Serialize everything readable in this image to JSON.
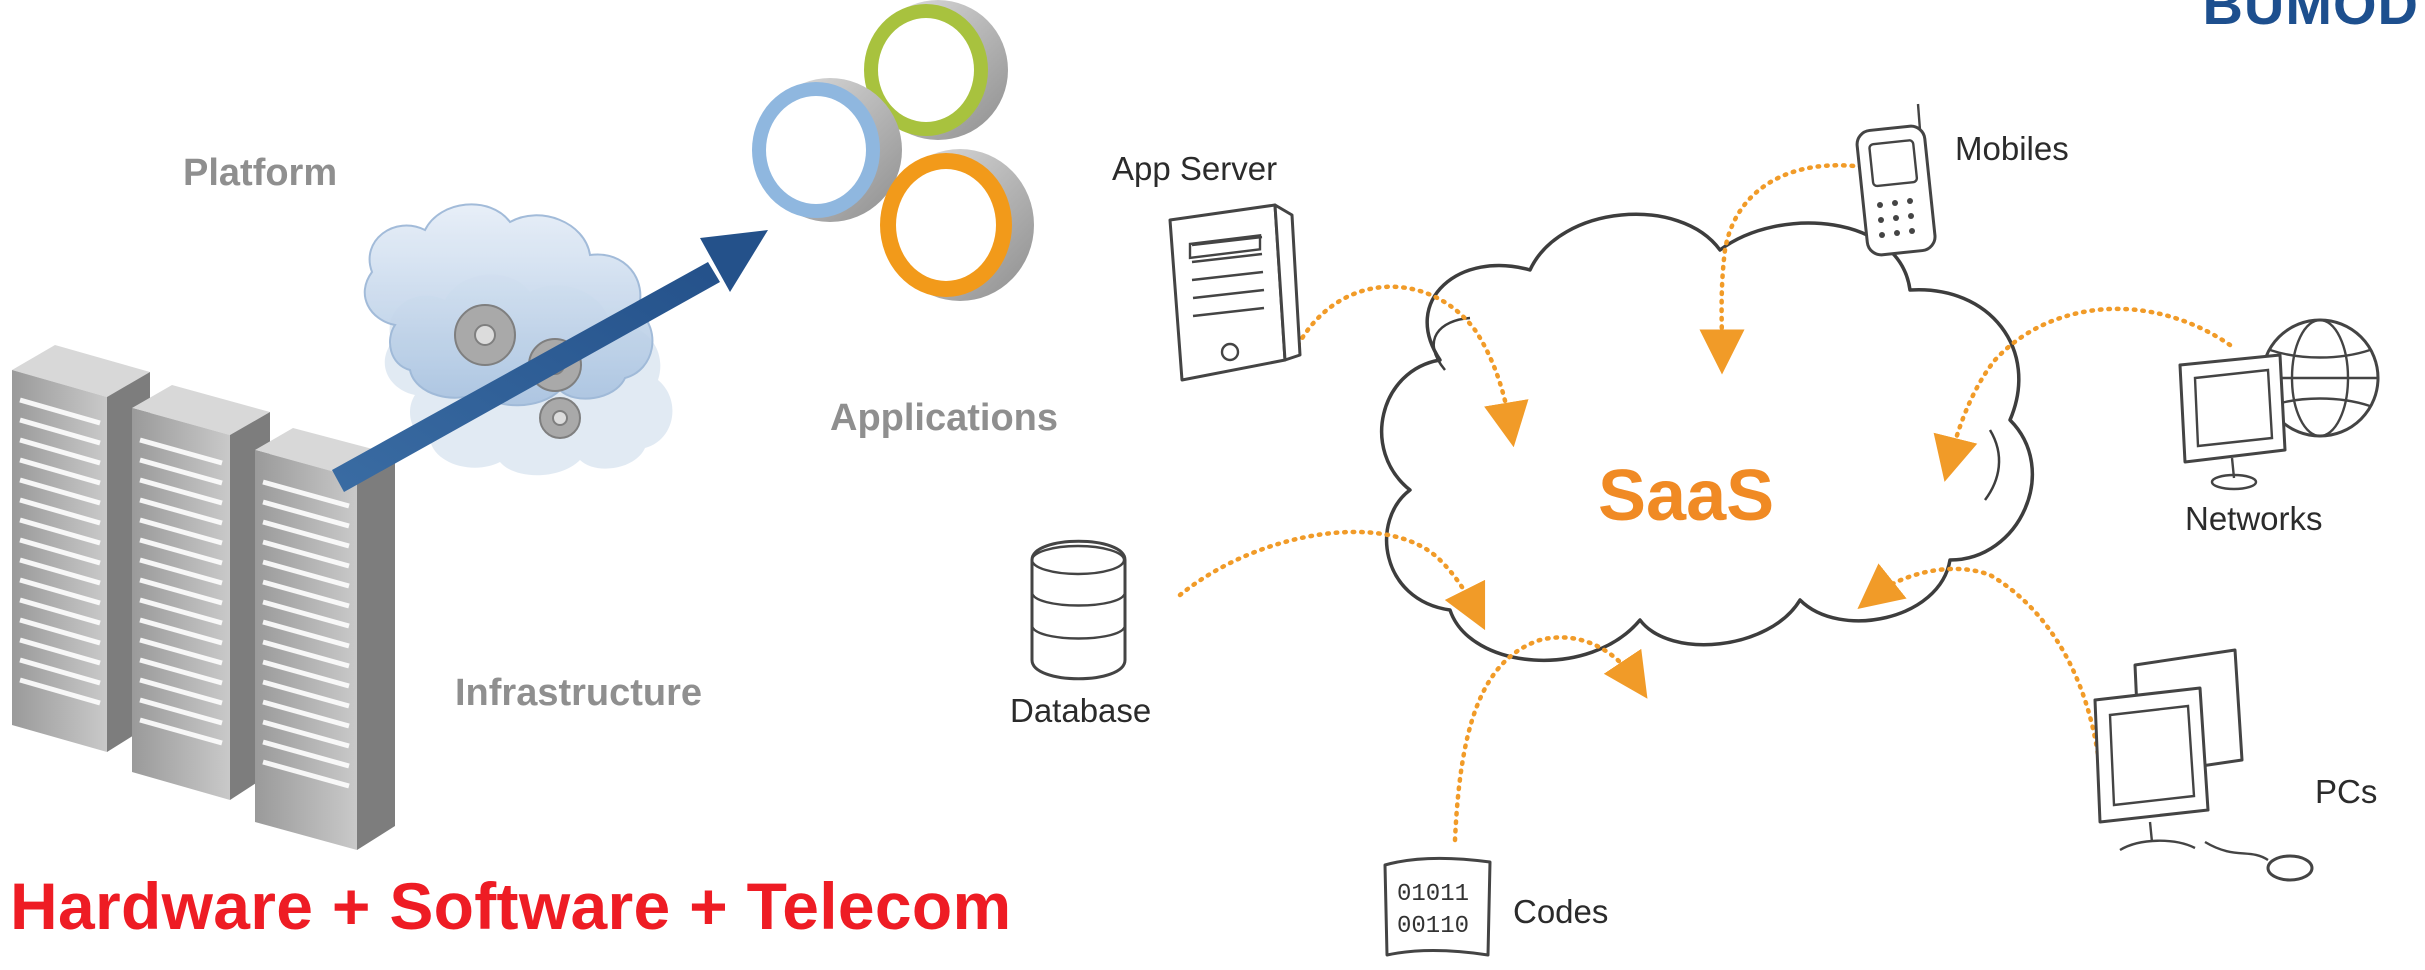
{
  "left_diagram": {
    "platform": "Platform",
    "applications": "Applications",
    "infrastructure": "Infrastructure"
  },
  "saas_diagram": {
    "center": "SaaS",
    "app_server": "App Server",
    "mobiles": "Mobiles",
    "networks": "Networks",
    "database": "Database",
    "pcs": "PCs",
    "codes": "Codes",
    "code_bits_row1": "01011",
    "code_bits_row2": "00110"
  },
  "headline": "Hardware + Software + Telecom",
  "corner_logo": "BUMOD",
  "colors": {
    "headline": "#ee1c24",
    "saas_text": "#f08a24",
    "arrow": "#2f5f95",
    "dots": "#f19b28",
    "ring_blue": "#8fb7df",
    "ring_green": "#a8c23e",
    "ring_orange": "#f29a1a"
  }
}
